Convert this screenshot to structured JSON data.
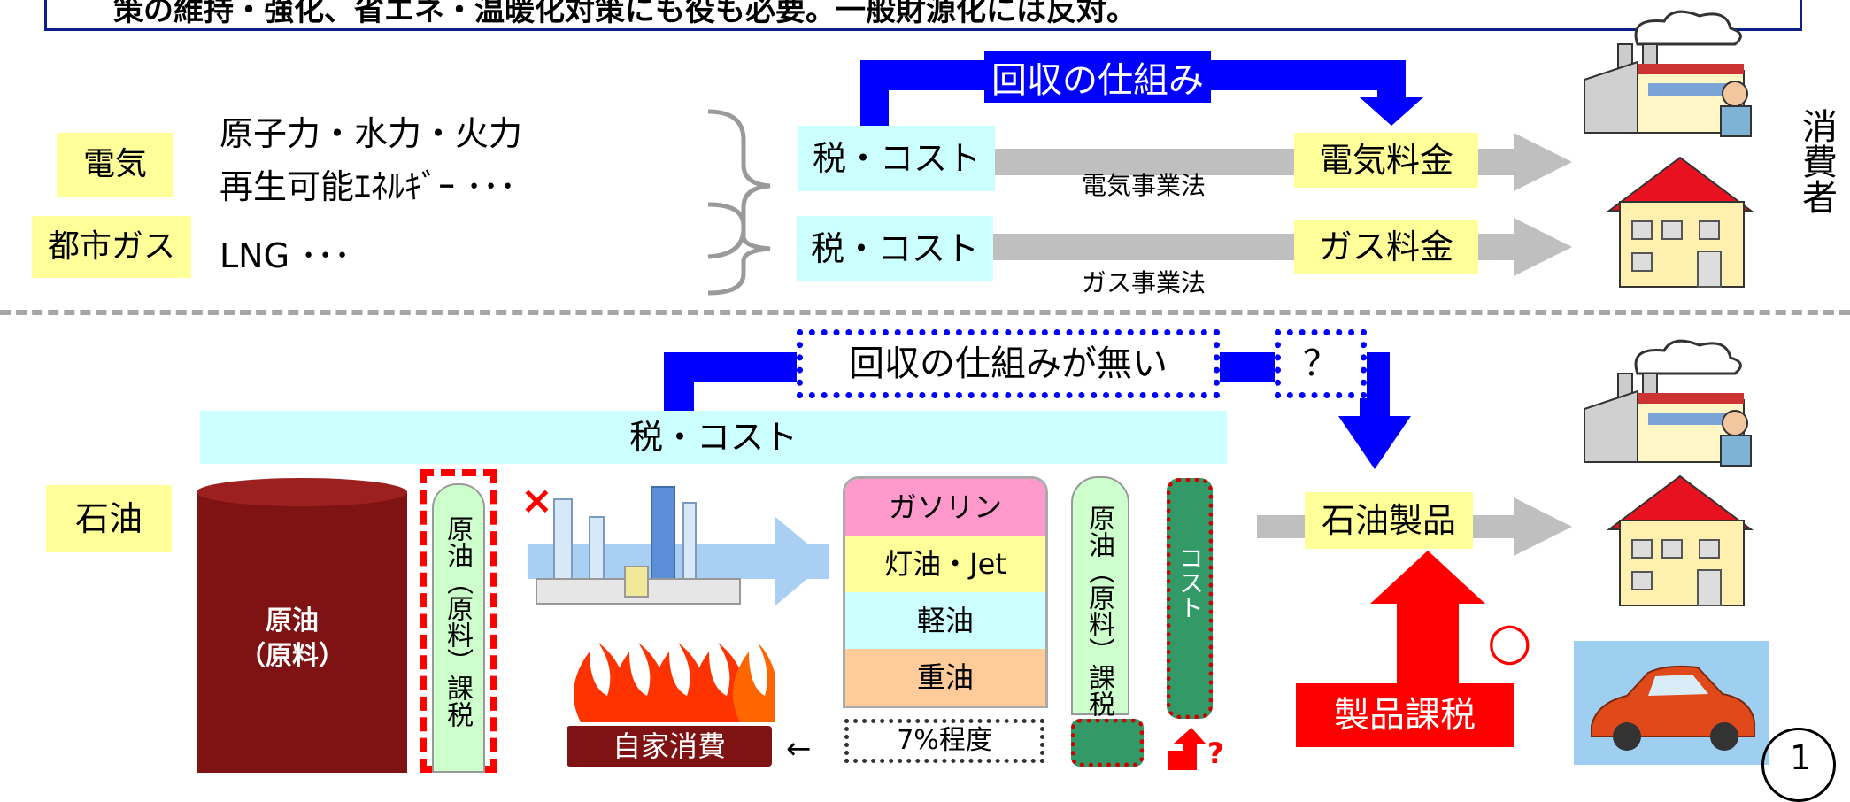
{
  "header": {
    "text": "策の維持・強化、省エネ・温暖化対策にも役も必要。一般財源化には反対。"
  },
  "upper": {
    "electricity_label": "電気",
    "city_gas_label": "都市ガス",
    "electricity_sources_line1": "原子力・水力・火力",
    "electricity_sources_line2": "再生可能ｴﾈﾙｷﾞｰ ･･･",
    "gas_sources": "LNG ･･･",
    "collection_mechanism": "回収の仕組み",
    "tax_cost_elec": "税・コスト",
    "tax_cost_gas": "税・コスト",
    "elec_fee": "電気料金",
    "gas_fee": "ガス料金",
    "elec_law": "電気事業法",
    "gas_law": "ガス事業法",
    "consumer": "消費者"
  },
  "lower": {
    "no_mechanism": "回収の仕組みが無い",
    "question": "？",
    "tax_cost_bar": "税・コスト",
    "oil_label": "石油",
    "crude_tank_line1": "原油",
    "crude_tank_line2": "（原料）",
    "crude_tax_left": "原油（原料）課税",
    "x_mark": "×",
    "layers": [
      "ガソリン",
      "灯油・Jet",
      "軽油",
      "重油"
    ],
    "self_consumption": "自家消費",
    "seven_percent": "7%程度",
    "arrow_left": "←",
    "crude_tax_right": "原油（原料）課税",
    "cost_vertical": "コスト",
    "small_question": "?",
    "petroleum_products": "石油製品",
    "circle_mark": "○",
    "product_tax": "製品課税",
    "page_number": "1"
  },
  "colors": {
    "blue_arrow": "#0000ff",
    "red_arrow": "#ff0000",
    "grey_arrow": "#bfbfbf",
    "crude_tank": "#7f1212",
    "gasoline": "#ff99cc",
    "kerosene": "#ffff99",
    "light_oil": "#ccffff",
    "heavy_oil": "#ffcc99",
    "green_cost": "#339966"
  }
}
